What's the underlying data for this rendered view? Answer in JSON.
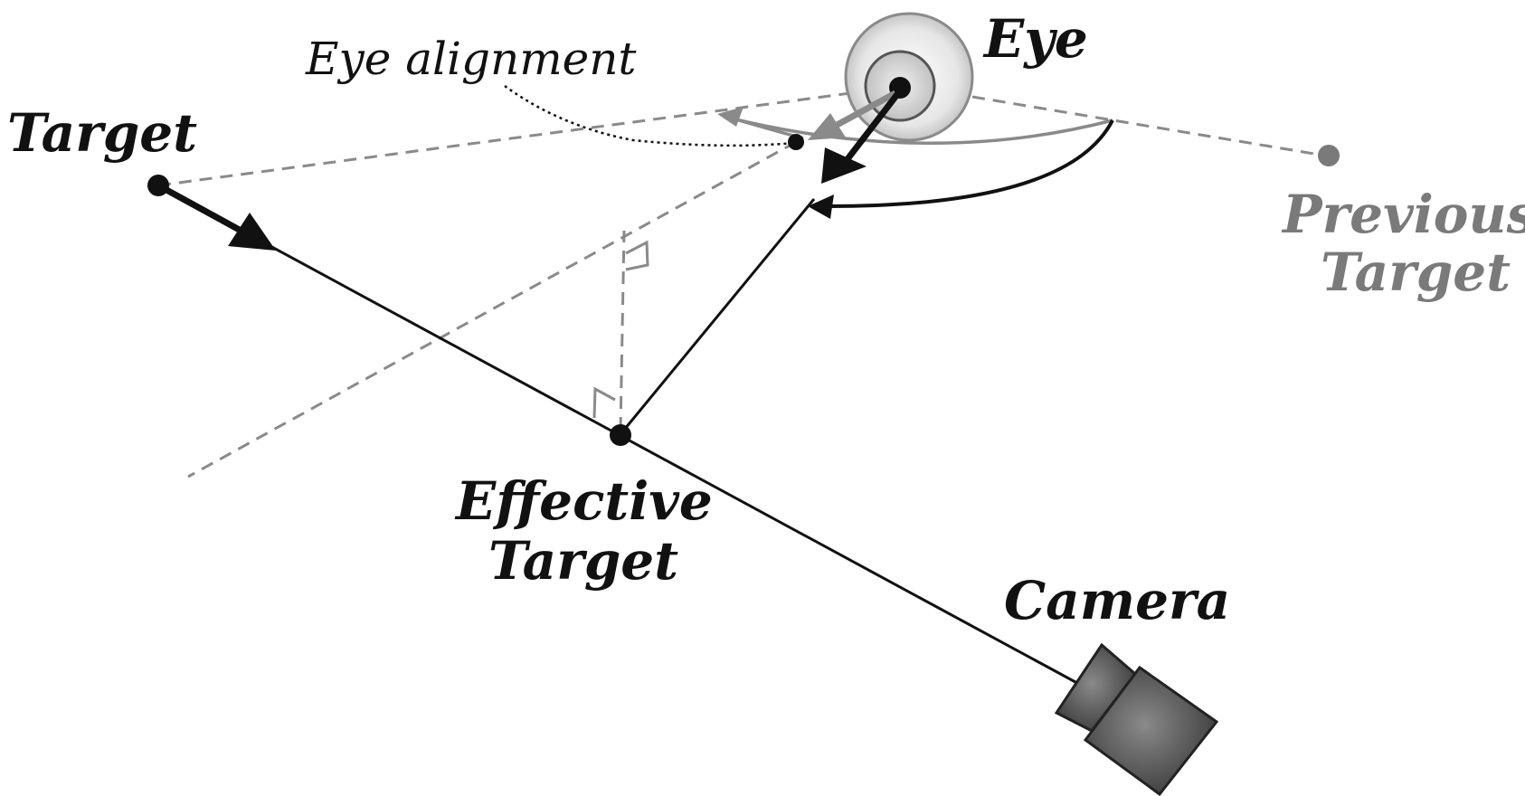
{
  "labels": {
    "eye": "Eye",
    "eye_alignment": "Eye alignment",
    "target": "Target",
    "previous_target": [
      "Previous",
      "Target"
    ],
    "effective_target": [
      "Effective",
      "Target"
    ],
    "camera": "Camera"
  },
  "colors": {
    "primary": "#111111",
    "secondary": "#8a8a8a",
    "label_gray": "#7a7a7a",
    "camera_fill": "#555555"
  }
}
